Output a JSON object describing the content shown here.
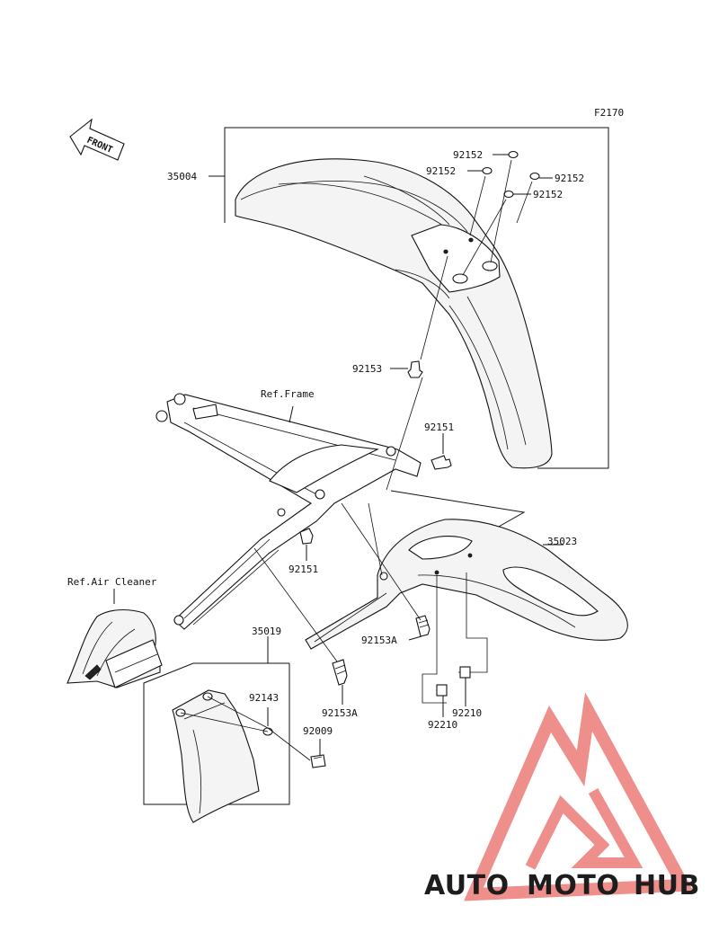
{
  "diagram": {
    "figure_code": "F2170",
    "front_label": "FRONT",
    "callouts": {
      "front_fender": "35004",
      "front_washer_1": "92152",
      "front_washer_2": "92152",
      "front_washer_3": "92152",
      "front_washer_4": "92152",
      "front_bolt": "92153",
      "frame_ref": "Ref.Frame",
      "frame_bolt_right": "92151",
      "frame_bolt_mid": "92151",
      "rear_fender": "35023",
      "air_cleaner_ref": "Ref.Air Cleaner",
      "mud_flap": "35019",
      "flap_washer": "92143",
      "flap_bolt": "92009",
      "rear_bolt_a1": "92153A",
      "rear_bolt_a2": "92153A",
      "clip_1": "92210",
      "clip_2": "92210"
    }
  },
  "watermark": {
    "word_part1": "AUTO",
    "word_part2": "MOTO",
    "word_part3": "HUB",
    "color_orange": "#f5b47a",
    "color_red": "#ef8a86",
    "color_grey": "#5f5f5f"
  }
}
